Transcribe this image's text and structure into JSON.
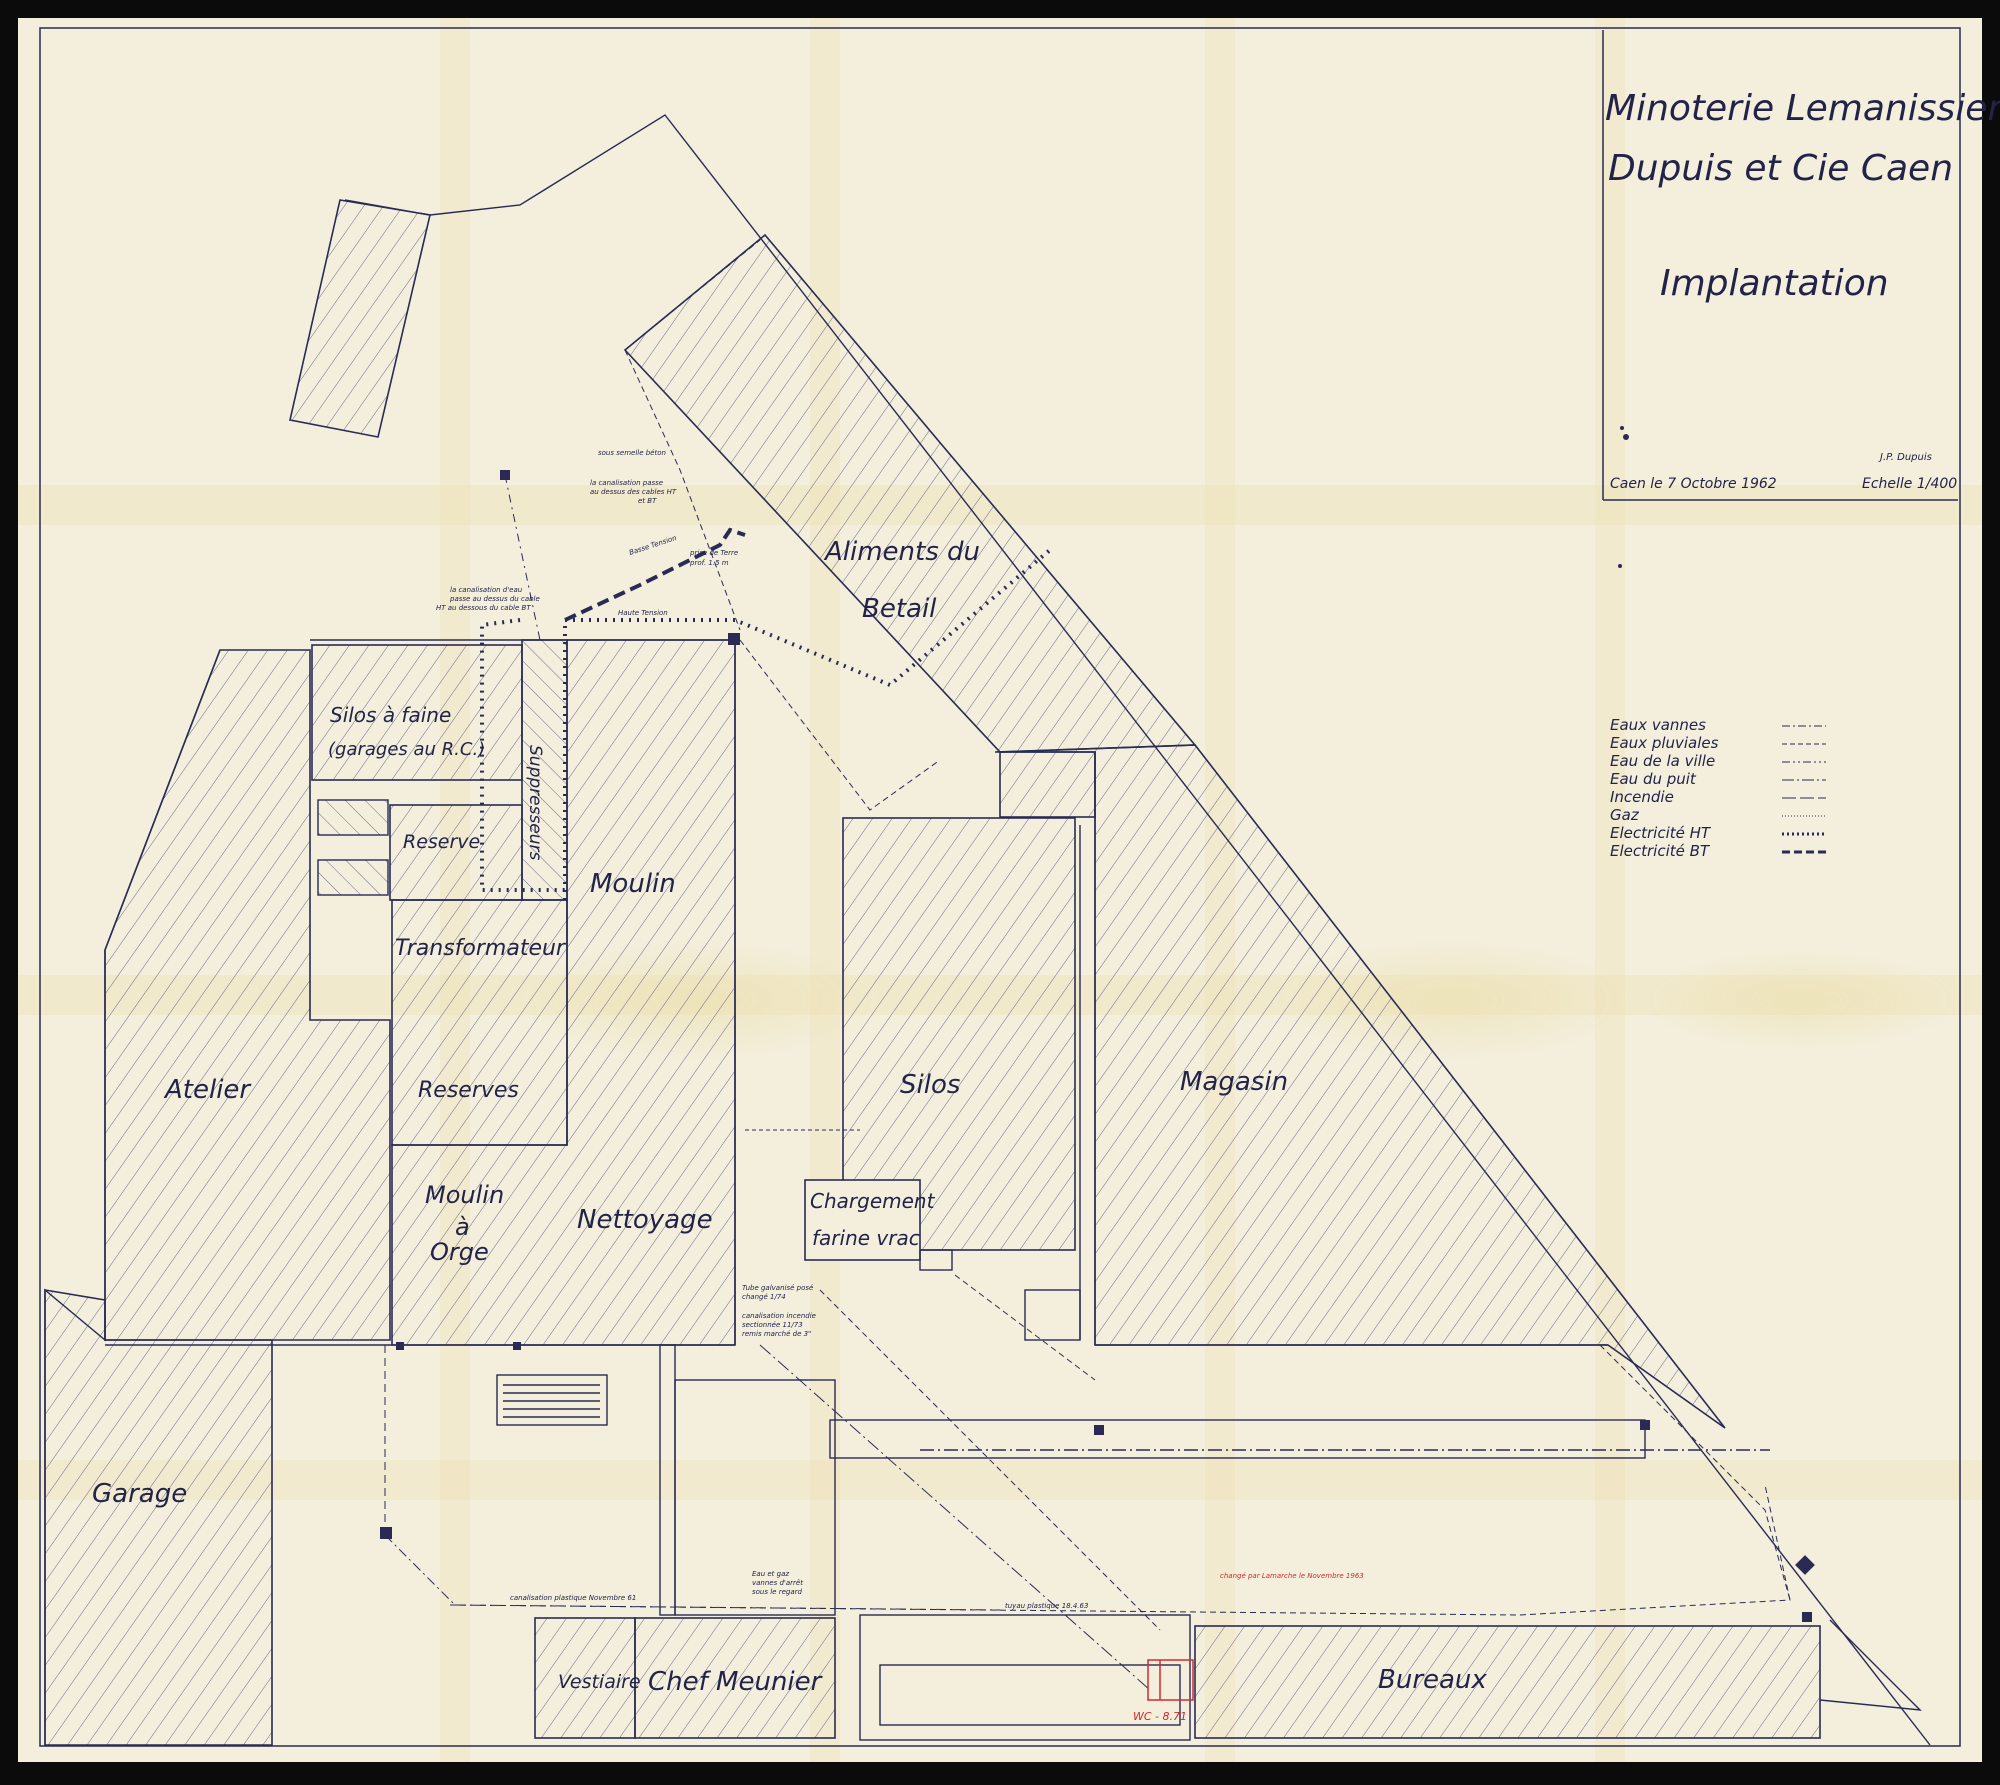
{
  "colors": {
    "ink": "#2a2a55",
    "paper": "#f3efdc",
    "stain": "#e6d39a",
    "redline": "#d6282a",
    "frame": "#0b0b0b"
  },
  "title": {
    "line1": "Minoterie Lemanissier",
    "line2": "Dupuis et Cie Caen",
    "line3": "Implantation"
  },
  "footer": {
    "date": "Caen le 7 Octobre 1962",
    "scale": "Echelle 1/400",
    "signature": "J.P. Dupuis"
  },
  "rooms": {
    "aliments_l1": "Aliments du",
    "aliments_l2": "Betail",
    "silos_faine_l1": "Silos à faine",
    "silos_faine_l2": "(garages au R.C.)",
    "suppresseurs": "Suppresseurs",
    "reserve": "Reserve",
    "moulin": "Moulin",
    "transformateur": "Transformateur",
    "atelier": "Atelier",
    "reserves": "Reserves",
    "silos": "Silos",
    "magasin": "Magasin",
    "chargement_l1": "Chargement",
    "chargement_l2": "farine vrac",
    "moulin_orge_l1": "Moulin",
    "moulin_orge_l2": "à",
    "moulin_orge_l3": "Orge",
    "nettoyage": "Nettoyage",
    "garage": "Garage",
    "vestiaire": "Vestiaire",
    "chef_meunier": "Chef Meunier",
    "bureaux": "Bureaux"
  },
  "legend": [
    {
      "label": "Eaux vannes",
      "style": "dash-dot"
    },
    {
      "label": "Eaux pluviales",
      "style": "dashed"
    },
    {
      "label": "Eau de la ville",
      "style": "dash-dot-dot"
    },
    {
      "label": "Eau du puit",
      "style": "long-dash-dot"
    },
    {
      "label": "Incendie",
      "style": "long-dash"
    },
    {
      "label": "Gaz",
      "style": "fine-dotted"
    },
    {
      "label": "Electricité HT",
      "style": "dotted-bold"
    },
    {
      "label": "Electricité BT",
      "style": "dashed-bold"
    }
  ],
  "annotations": {
    "haute_tension": "Haute Tension",
    "basse_tension": "Basse Tension",
    "prise_terre_l1": "prise de Terre",
    "prise_terre_l2": "prof. 1.5 m",
    "sous_semelle": "sous semelle béton",
    "canal_l1": "la canalisation passe",
    "canal_l2": "au dessus des cables HT",
    "canal_l3": "et BT",
    "eau_l1": "la canalisation d'eau",
    "eau_l2": "passe au dessus du cable",
    "eau_l3": "HT au dessous du cable BT",
    "plastique_nov": "canalisation plastique Novembre 61",
    "eau_gaz_l1": "Eau et gaz",
    "eau_gaz_l2": "vannes d'arrêt",
    "eau_gaz_l3": "sous le regard",
    "tuyau_plastique": "tuyau plastique 18.4.63",
    "tube_l1": "Tube galvanisé posé",
    "tube_l2": "changé 1/74",
    "canal_incendie_l1": "canalisation incendie",
    "canal_incendie_l2": "sectionnée 11/73",
    "canal_incendie_l3": "remis marché de 3\"",
    "red_wc": "WC - 8.71",
    "red_note": "changé par Lamarche le Novembre 1963"
  }
}
